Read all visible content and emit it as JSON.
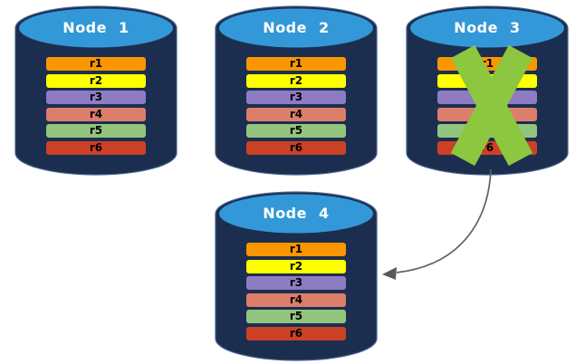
{
  "diagram": {
    "background": "#ffffff",
    "colors": {
      "cylinder_body": "#1C2E4F",
      "cylinder_edge": "#44608c",
      "cylinder_top": "#3398D8",
      "node_label_text": "#ffffff",
      "partition_label_text": "#000000",
      "failure_x": "#8DC63F",
      "arrow_line": "#606060",
      "arrowhead": "#595959"
    },
    "nodes": [
      {
        "label": "Node 1",
        "failed": false,
        "partitions": [
          {
            "label": "r1",
            "color": "#FA9600"
          },
          {
            "label": "r2",
            "color": "#FFFF00"
          },
          {
            "label": "r3",
            "color": "#8E7CC3"
          },
          {
            "label": "r4",
            "color": "#DD7E6B"
          },
          {
            "label": "r5",
            "color": "#93C47D"
          },
          {
            "label": "r6",
            "color": "#CC4125"
          }
        ]
      },
      {
        "label": "Node 2",
        "failed": false,
        "partitions": [
          {
            "label": "r1",
            "color": "#FA9600"
          },
          {
            "label": "r2",
            "color": "#FFFF00"
          },
          {
            "label": "r3",
            "color": "#8E7CC3"
          },
          {
            "label": "r4",
            "color": "#DD7E6B"
          },
          {
            "label": "r5",
            "color": "#93C47D"
          },
          {
            "label": "r6",
            "color": "#CC4125"
          }
        ]
      },
      {
        "label": "Node 3",
        "failed": true,
        "partitions": [
          {
            "label": "r1",
            "color": "#FA9600"
          },
          {
            "label": "r2",
            "color": "#FFFF00"
          },
          {
            "label": "r3",
            "color": "#8E7CC3"
          },
          {
            "label": "r4",
            "color": "#DD7E6B"
          },
          {
            "label": "r5",
            "color": "#93C47D"
          },
          {
            "label": "r6",
            "color": "#CC4125"
          }
        ]
      },
      {
        "label": "Node 4",
        "failed": false,
        "partitions": [
          {
            "label": "r1",
            "color": "#FA9600"
          },
          {
            "label": "r2",
            "color": "#FFFF00"
          },
          {
            "label": "r3",
            "color": "#8E7CC3"
          },
          {
            "label": "r4",
            "color": "#DD7E6B"
          },
          {
            "label": "r5",
            "color": "#93C47D"
          },
          {
            "label": "r6",
            "color": "#CC4125"
          }
        ]
      }
    ],
    "connector": {
      "from": "Node 3",
      "to": "Node 4"
    }
  }
}
